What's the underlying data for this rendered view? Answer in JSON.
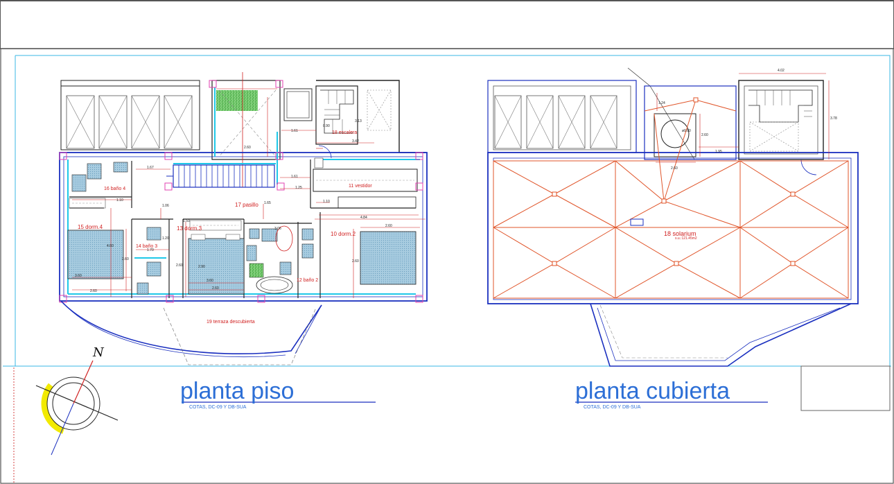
{
  "plans": {
    "floor": {
      "title": "planta piso",
      "subtitle": "COTAS, DC-09 Y DB-SUA",
      "rooms": {
        "r18": "18 escalera",
        "r16": "16 baño 4",
        "r11": "11 vestidor",
        "r17": "17 pasillo",
        "r15": "15 dorm.4",
        "r13": "13 dorm.3",
        "r14": "14 baño 3",
        "r10": "10 dorm.2",
        "r12": "12 baño 2",
        "r19": "19 terraza descubierta"
      },
      "dims": [
        "1.61",
        "0.90",
        "3.13",
        "2.60",
        "3.42",
        "1.67",
        "1.61",
        "1.25",
        "1.10",
        "1.10",
        "1.06",
        "1.65",
        "4.84",
        "2.60",
        "1.70",
        "1.50",
        "1.20",
        "3.06",
        "4.60",
        "2.60",
        "2.60",
        "2.90",
        "3.60",
        "3.60",
        "2.60",
        "2.60",
        "2.60"
      ]
    },
    "roof": {
      "title": "planta cubierta",
      "subtitle": "COTAS, DC-09 Y DB-SUA",
      "rooms": {
        "r18": "18 solarium",
        "area": "s.u.:121.45m2"
      },
      "dims": [
        "4.02",
        "1.24",
        "2.60",
        "2.60",
        "1.95",
        "3.78",
        "ø0.80"
      ]
    }
  },
  "compass": {
    "label": "N"
  },
  "colors": {
    "wall_blue": "#1a2fbf",
    "dim_red": "#d02020",
    "roof_orange": "#e0552a",
    "cyan": "#1ec8e8",
    "tile_blue": "#9fc3dc",
    "pink": "#e040b0",
    "title_blue": "#2d6fd6",
    "compass_yellow": "#f2ea00"
  }
}
